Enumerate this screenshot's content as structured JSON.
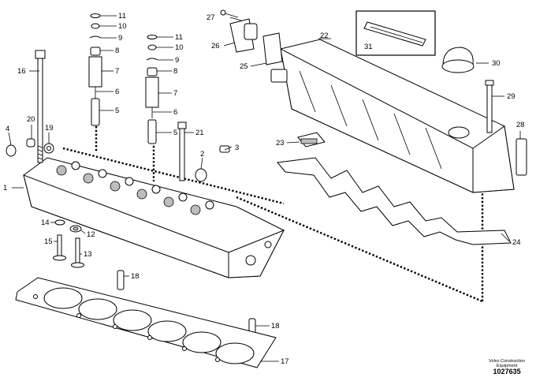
{
  "labels": [
    "1",
    "2",
    "3",
    "4",
    "5",
    "6",
    "7",
    "8",
    "9",
    "10",
    "11",
    "12",
    "13",
    "14",
    "15",
    "16",
    "17",
    "18",
    "19",
    "20",
    "21",
    "22",
    "23",
    "24",
    "25",
    "26",
    "27",
    "28",
    "29",
    "30",
    "31"
  ],
  "footer": {
    "company_line1": "Volvo Construction",
    "company_line2": "Equipment",
    "drawing_number": "1027635"
  }
}
